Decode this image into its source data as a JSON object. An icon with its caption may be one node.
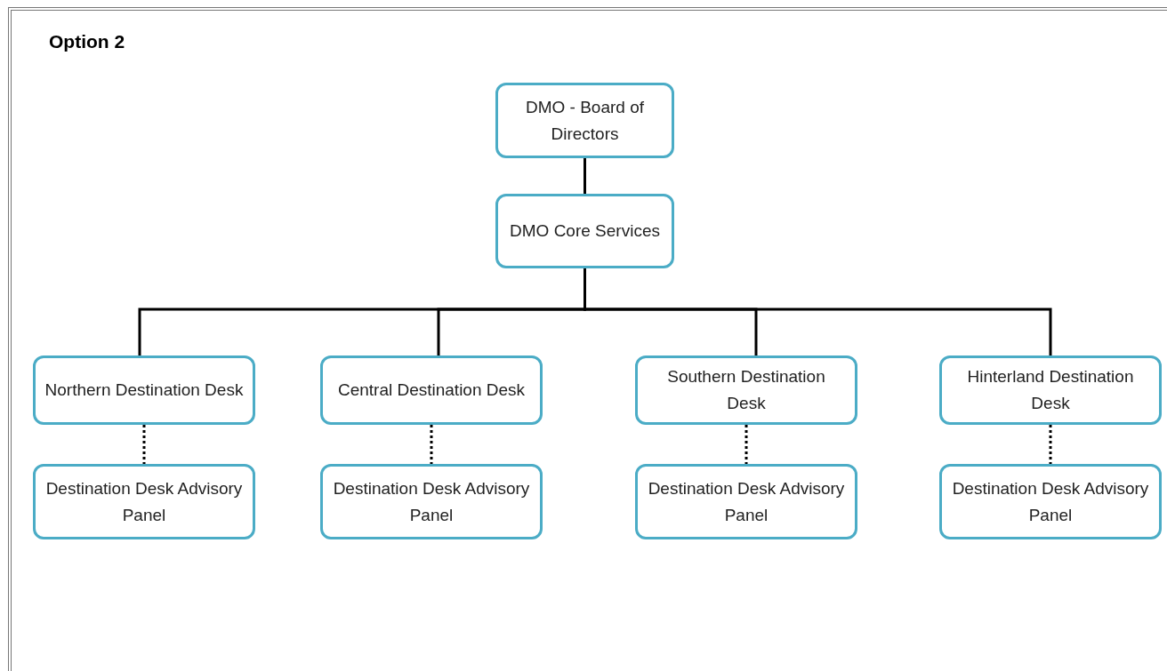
{
  "diagram": {
    "title": "Option 2",
    "nodes": [
      {
        "text": [
          "DMO - Board of Directors"
        ]
      },
      {
        "text": [
          "DMO Core Services"
        ]
      },
      {
        "text": [
          "Northern Destination Desk"
        ]
      },
      {
        "text": [
          "Central Destination Desk"
        ]
      },
      {
        "text": [
          "Southern Destination Desk"
        ]
      },
      {
        "text": [
          "Hinterland Destination Desk"
        ]
      },
      {
        "text": [
          "Destination Desk Advisory Panel"
        ]
      },
      {
        "text": [
          "Destination Desk Advisory Panel"
        ]
      },
      {
        "text": [
          "Destination Desk Advisory Panel"
        ]
      },
      {
        "text": [
          "Destination Desk Advisory Panel"
        ]
      }
    ],
    "edges": [
      {
        "from": 0,
        "to": 1,
        "arrow": "none"
      },
      {
        "from": 1,
        "to": 2,
        "arrow": "none"
      },
      {
        "from": 1,
        "to": 3,
        "arrow": "none"
      },
      {
        "from": 1,
        "to": 4,
        "arrow": "none"
      },
      {
        "from": 1,
        "to": 5,
        "arrow": "none"
      },
      {
        "from": 2,
        "to": 6,
        "arrow": "none",
        "style": "dashed"
      },
      {
        "from": 3,
        "to": 7,
        "arrow": "none",
        "style": "dashed"
      },
      {
        "from": 4,
        "to": 8,
        "arrow": "none",
        "style": "dashed"
      },
      {
        "from": 5,
        "to": 9,
        "arrow": "none",
        "style": "dashed"
      }
    ]
  }
}
